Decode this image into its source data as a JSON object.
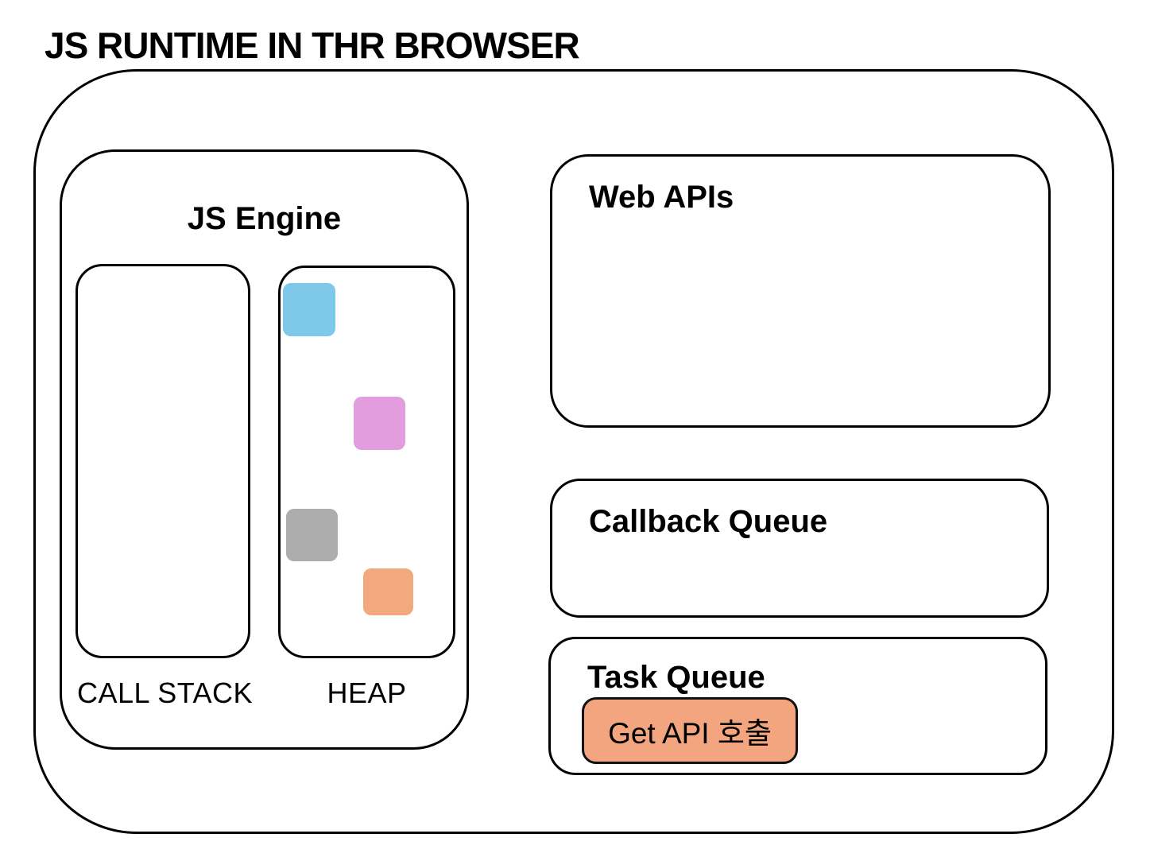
{
  "title": "JS RUNTIME IN THR BROWSER",
  "js_engine": {
    "label": "JS Engine",
    "call_stack": {
      "label": "CALL STACK"
    },
    "heap": {
      "label": "HEAP",
      "blocks": [
        {
          "name": "blue-memory-block",
          "color": "#7EC8E9"
        },
        {
          "name": "pink-memory-block",
          "color": "#E29DDE"
        },
        {
          "name": "gray-memory-block",
          "color": "#ADADAD"
        },
        {
          "name": "orange-memory-block",
          "color": "#F2A97E"
        }
      ]
    }
  },
  "web_apis": {
    "label": "Web APIs"
  },
  "callback_queue": {
    "label": "Callback Queue"
  },
  "task_queue": {
    "label": "Task Queue",
    "task_item": {
      "label": "Get API 호출",
      "fill_color": "#F2A57E",
      "border_color": "#111111"
    }
  },
  "colors": {
    "stroke": "#000000",
    "background": "#FFFFFF",
    "text": "#000000"
  }
}
